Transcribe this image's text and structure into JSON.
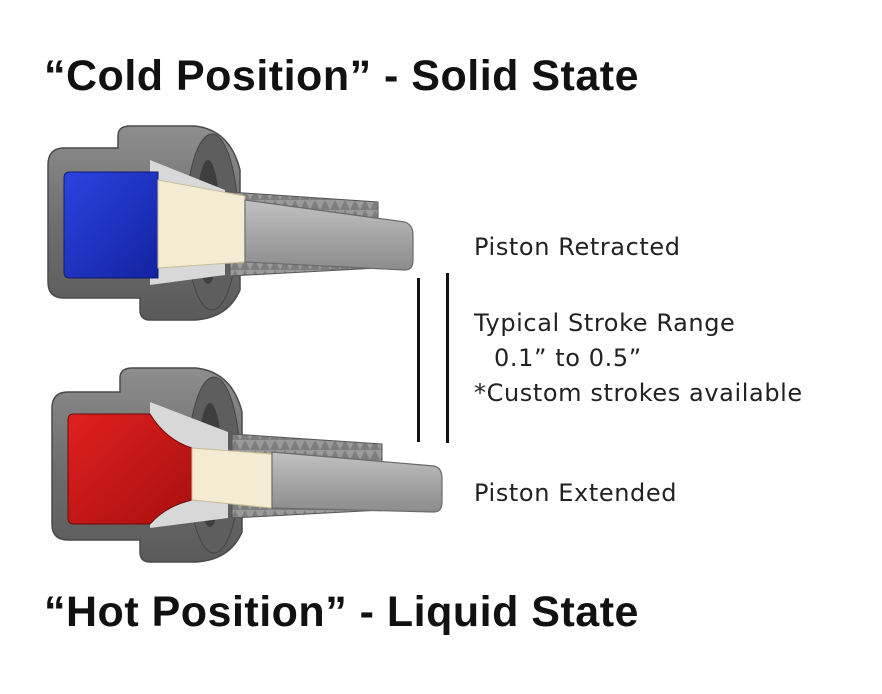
{
  "titles": {
    "cold": "“Cold Position” - Solid State",
    "hot": "“Hot Position” - Liquid State"
  },
  "labels": {
    "retracted": "Piston Retracted",
    "stroke_range": "Typical Stroke Range",
    "stroke_values": "0.1” to 0.5”",
    "custom": "*Custom strokes available",
    "extended": "Piston Extended"
  },
  "colors": {
    "solid_wax": "#1a2fc0",
    "liquid_wax": "#c41616",
    "body": "#7a7a7a",
    "piston": "#a9a9a9",
    "plug": "#f4ecd2"
  }
}
